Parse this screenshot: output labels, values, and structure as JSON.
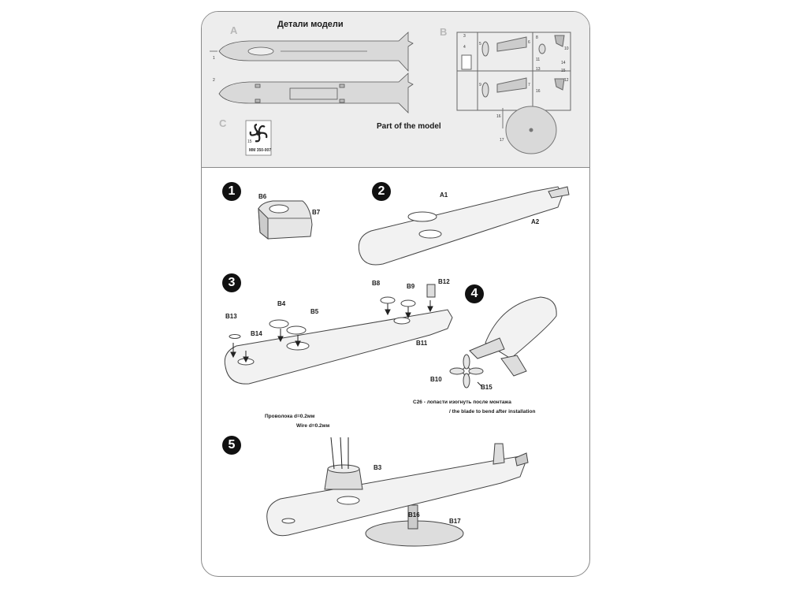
{
  "header": {
    "title_ru": "Детали модели",
    "section_a": "A",
    "section_b": "B",
    "section_c": "C",
    "part_of_model": "Part of the model"
  },
  "sprue_a": {
    "part_1": "1",
    "part_2": "2"
  },
  "sprue_b": {
    "numbers": [
      "3",
      "4",
      "5",
      "6",
      "7",
      "8",
      "9",
      "10",
      "11",
      "12",
      "13",
      "14",
      "15",
      "16"
    ]
  },
  "fret_c": {
    "code": "MM 350-007",
    "number": "15"
  },
  "stand": {
    "number_16": "16",
    "number_17": "17"
  },
  "steps": [
    {
      "number": "1",
      "labels": [
        "B6",
        "B7"
      ]
    },
    {
      "number": "2",
      "labels": [
        "A1",
        "A2"
      ]
    },
    {
      "number": "3",
      "labels": [
        "B8",
        "B9",
        "B12",
        "B4",
        "B5",
        "B13",
        "B14",
        "B11"
      ]
    },
    {
      "number": "4",
      "labels": [
        "B10",
        "B15"
      ]
    },
    {
      "number": "5",
      "labels": [
        "B3",
        "B16",
        "B17"
      ]
    }
  ],
  "notes": {
    "blades_ru": "C26 - лопасти изогнуть после монтажа",
    "blades_en": "/  the blade to bend after installation",
    "wire_ru": "Проволока d=0.2мм",
    "wire_en": "Wire d=0.2мм"
  },
  "colors": {
    "panel_bg": "#ededed",
    "line": "#8a8a8a",
    "part_fill": "#d9d9d9",
    "step_badge": "#111111"
  }
}
